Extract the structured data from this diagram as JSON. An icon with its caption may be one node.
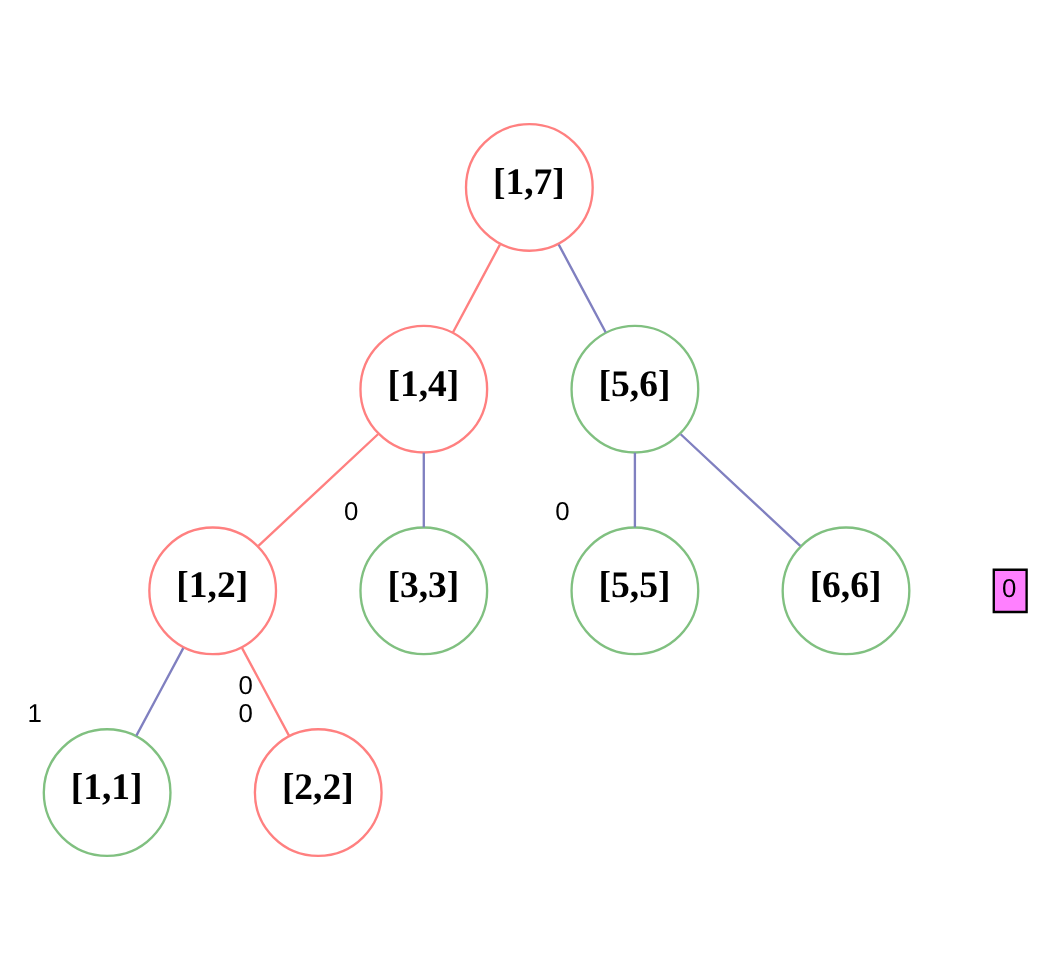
{
  "diagram": {
    "nodes": [
      {
        "text": [
          "[1,7]"
        ]
      },
      {
        "text": [
          "[1,4]"
        ]
      },
      {
        "text": [
          "[5,6]"
        ]
      },
      {
        "text": [
          "[1,2]"
        ]
      },
      {
        "text": [
          "[3,3]"
        ],
        "beside": [
          "0"
        ]
      },
      {
        "text": [
          "[5,5]"
        ],
        "beside": [
          "0"
        ]
      },
      {
        "text": [
          "[6,6]"
        ]
      },
      {
        "text": [
          "0"
        ]
      },
      {
        "text": [
          "[1,1]"
        ],
        "beside": [
          "1"
        ]
      },
      {
        "text": [
          "[2,2]"
        ],
        "beside": [
          "0",
          "0"
        ]
      }
    ],
    "edges": [
      {
        "from": 0,
        "to": 1,
        "arrow": "none",
        "color": "#ff8080"
      },
      {
        "from": 0,
        "to": 2,
        "arrow": "none"
      },
      {
        "from": 1,
        "to": 3,
        "arrow": "none",
        "color": "#ff8080"
      },
      {
        "from": 1,
        "to": 4,
        "arrow": "none"
      },
      {
        "from": 2,
        "to": 5,
        "arrow": "none"
      },
      {
        "from": 2,
        "to": 6,
        "arrow": "none"
      },
      {
        "from": 3,
        "to": 8,
        "arrow": "none"
      },
      {
        "from": 3,
        "to": 9,
        "arrow": "none",
        "color": "#ff8080"
      }
    ]
  }
}
